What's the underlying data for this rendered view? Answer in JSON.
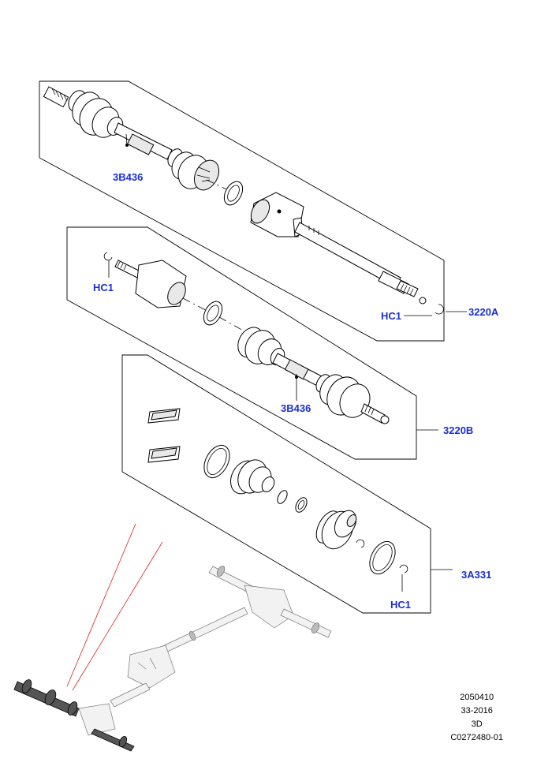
{
  "callouts": {
    "p3b436_top": "3B436",
    "hc1_left": "HC1",
    "hc1_right": "HC1",
    "p3220a": "3220A",
    "p3b436_mid": "3B436",
    "p3220b": "3220B",
    "p3a331": "3A331",
    "hc1_bottom": "HC1"
  },
  "reference": {
    "line1": "2050410",
    "line2": "33-2016",
    "line3": "3D",
    "line4": "C0272480-01"
  },
  "colors": {
    "callout": "#1a2fd6",
    "pointer": "#e02020"
  }
}
